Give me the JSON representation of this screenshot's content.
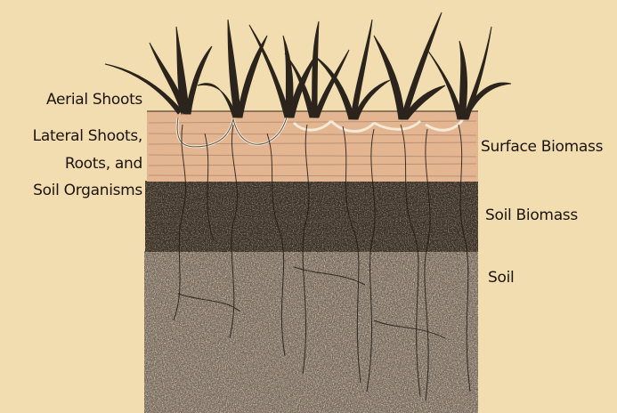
{
  "labels": {
    "aerial_shoots": "Aerial Shoots",
    "lateral_line1": "Lateral Shoots,",
    "lateral_line2": "Roots, and",
    "lateral_line3": "Soil Organisms",
    "surface_biomass": "Surface Biomass",
    "soil_biomass": "Soil Biomass",
    "soil": "Soil"
  },
  "colors": {
    "background": "#f2ddb0",
    "surface_layer": "#e3b691",
    "soil_biomass_layer": "#3a2f24",
    "soil_layer": "#857767",
    "plant": "#2b241c",
    "ink": "#1c140c"
  }
}
